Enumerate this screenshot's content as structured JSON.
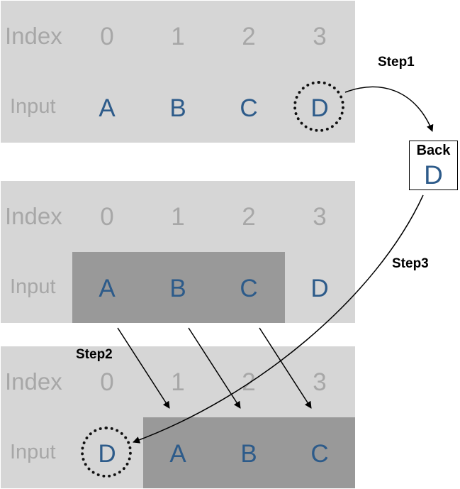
{
  "labels": {
    "index": "Index",
    "input": "Input"
  },
  "indices": [
    "0",
    "1",
    "2",
    "3"
  ],
  "panels": [
    {
      "inputs": [
        "A",
        "B",
        "C",
        "D"
      ]
    },
    {
      "inputs": [
        "A",
        "B",
        "C",
        "D"
      ]
    },
    {
      "inputs": [
        "D",
        "A",
        "B",
        "C"
      ]
    }
  ],
  "back": {
    "title": "Back",
    "letter": "D"
  },
  "steps": {
    "step1": "Step1",
    "step2": "Step2",
    "step3": "Step3"
  },
  "colors": {
    "panel": "#d6d6d6",
    "shaded": "#999999",
    "index_text": "#a7a7a7",
    "letter_text": "#2d5b8a"
  }
}
